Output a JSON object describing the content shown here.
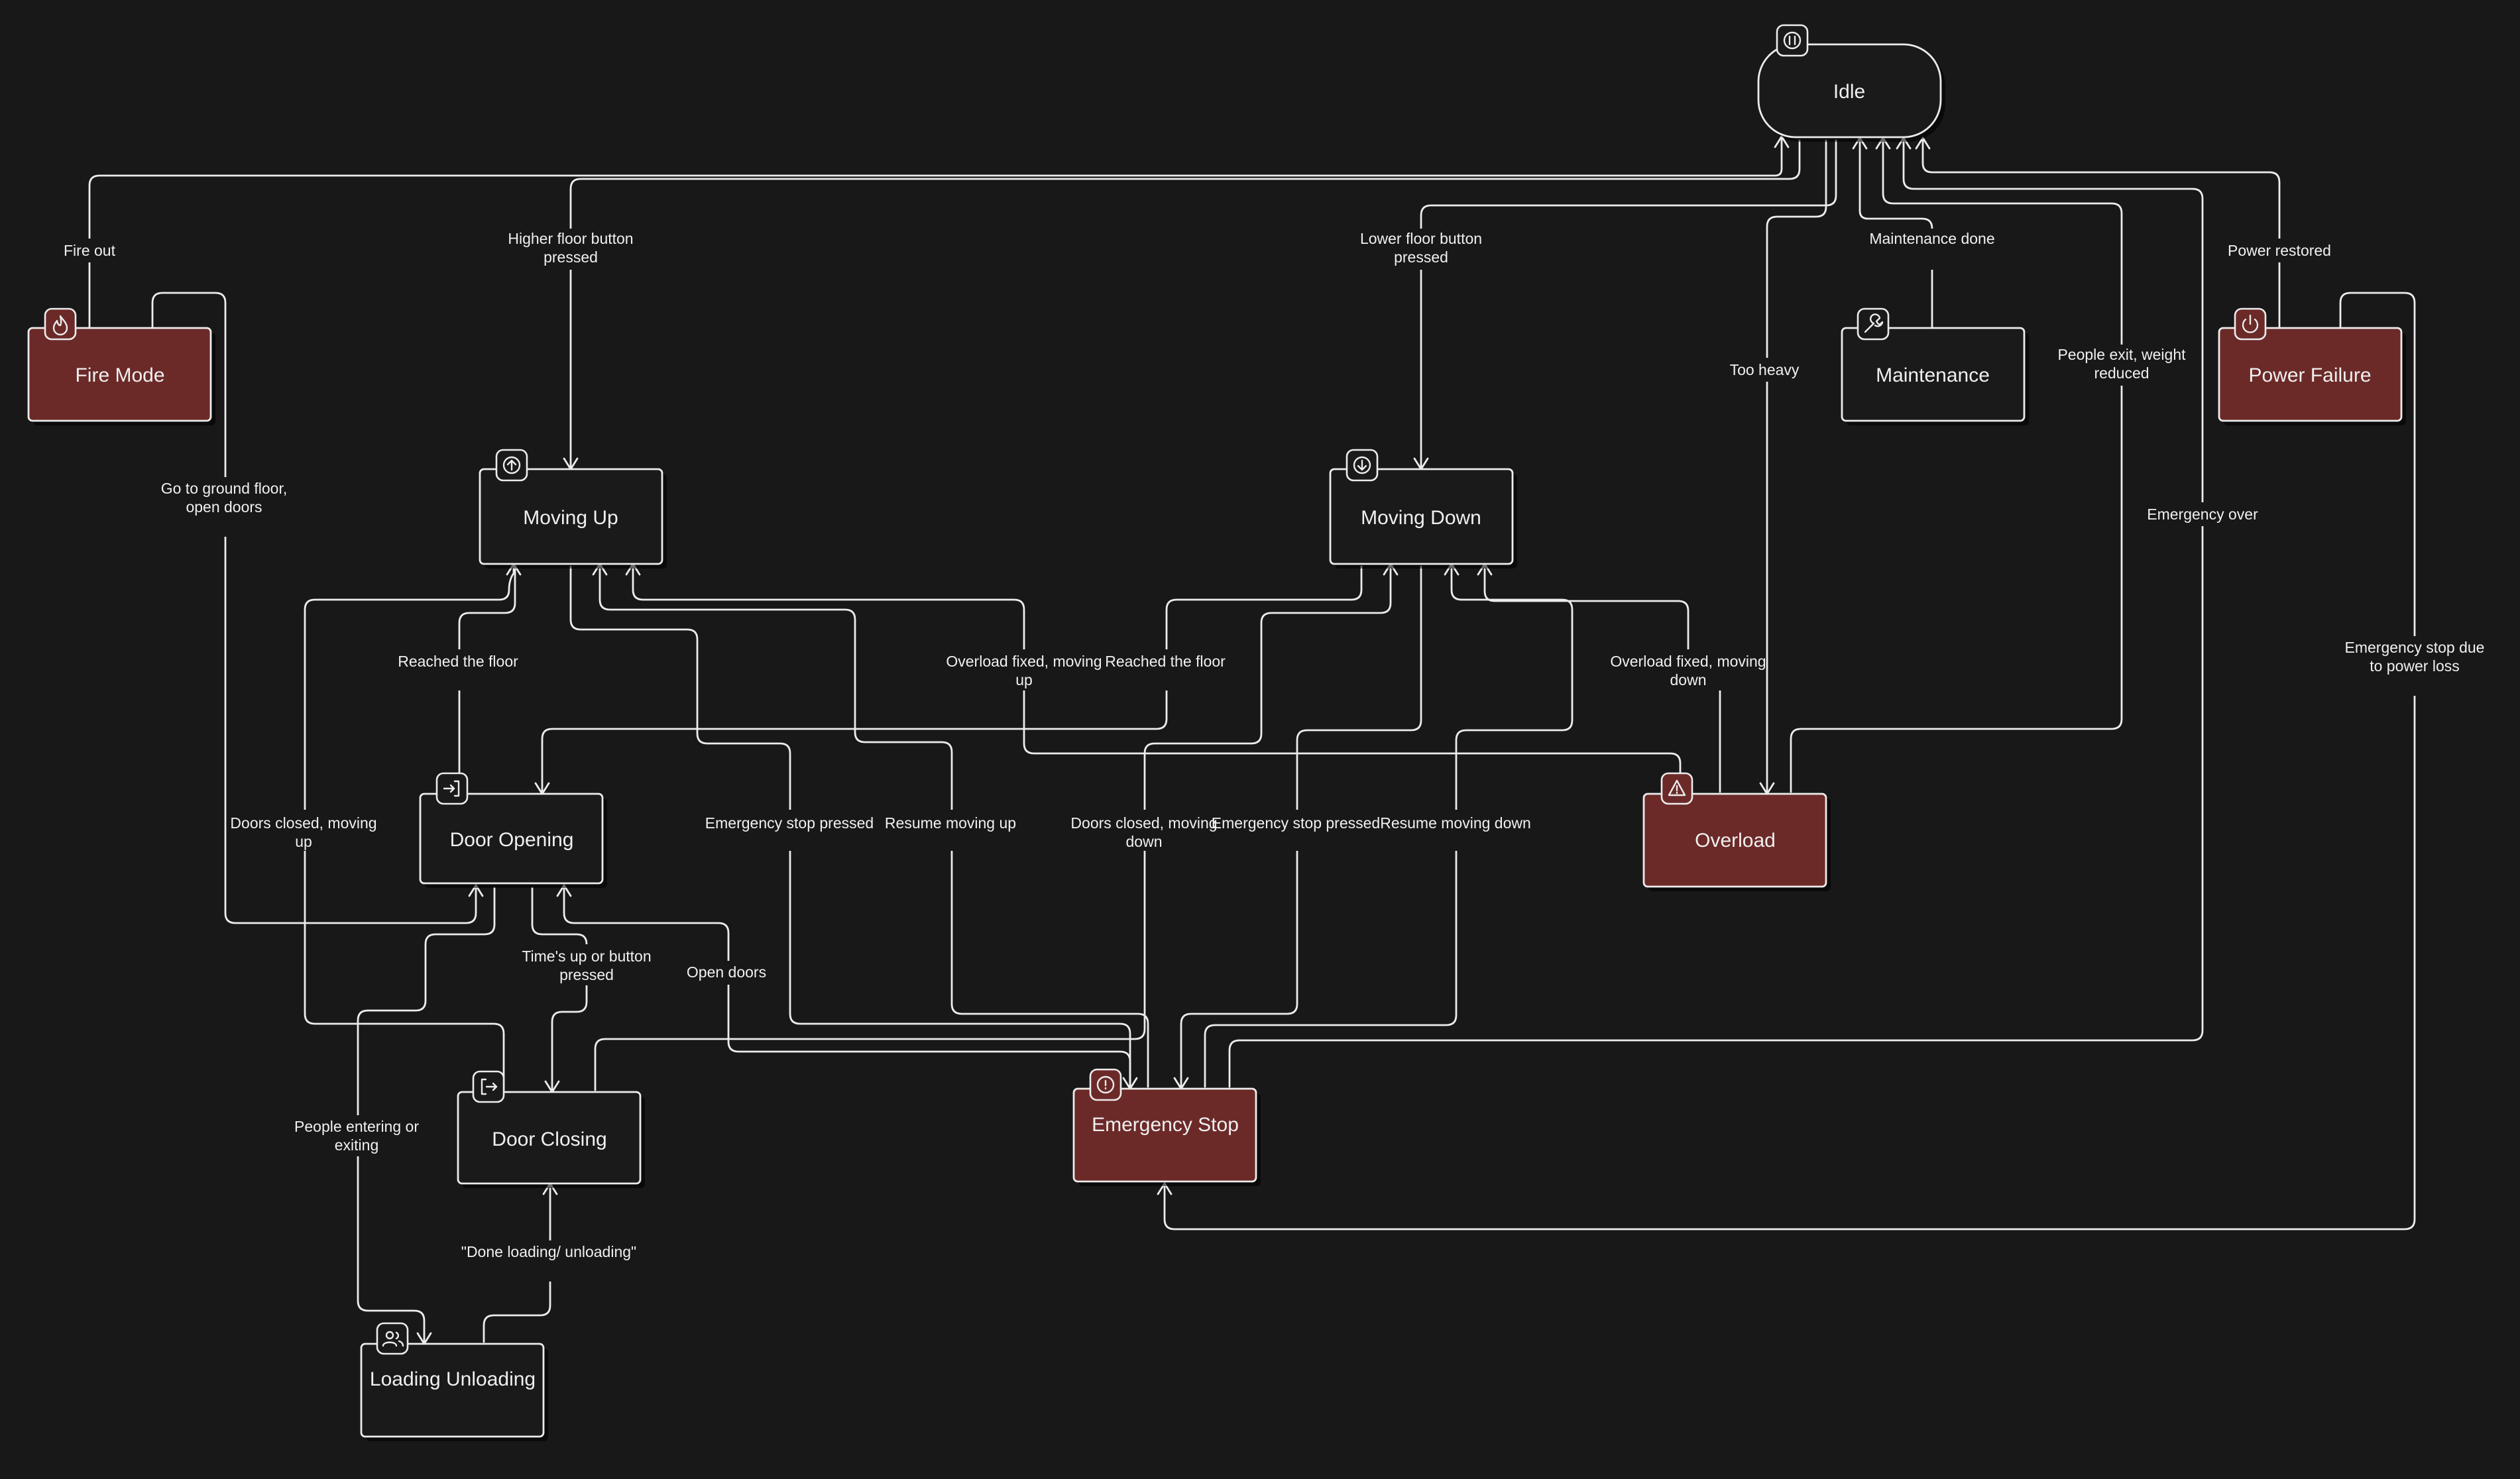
{
  "colors": {
    "background": "#181818",
    "stroke": "#ececec",
    "node_fill": "#1a1a1a",
    "alert_fill": "#6b2a28",
    "text": "#f0f0f0"
  },
  "nodes": {
    "idle": {
      "label": "Idle",
      "icon": "pause-icon"
    },
    "fire_mode": {
      "label": "Fire Mode",
      "icon": "flame-icon"
    },
    "moving_up": {
      "label": "Moving Up",
      "icon": "arrow-up-icon"
    },
    "moving_down": {
      "label": "Moving Down",
      "icon": "arrow-down-icon"
    },
    "maintenance": {
      "label": "Maintenance",
      "icon": "wrench-icon"
    },
    "power_failure": {
      "label": "Power Failure",
      "icon": "power-icon"
    },
    "door_opening": {
      "label": "Door Opening",
      "icon": "enter-icon"
    },
    "overload": {
      "label": "Overload",
      "icon": "warning-icon"
    },
    "door_closing": {
      "label": "Door Closing",
      "icon": "exit-icon"
    },
    "emergency_stop": {
      "label": "Emergency Stop",
      "icon": "alert-circle-icon"
    },
    "loading_unloading": {
      "label": "Loading Unloading",
      "icon": "users-icon"
    }
  },
  "edges": {
    "fire_out": "Fire out",
    "higher_floor": "Higher floor button pressed",
    "lower_floor": "Lower floor button pressed",
    "maintenance_done": "Maintenance done",
    "power_restored": "Power restored",
    "too_heavy": "Too heavy",
    "people_exit": "People exit, weight reduced",
    "go_to_ground": "Go to ground floor, open doors",
    "emergency_over": "Emergency over",
    "reached_floor_up": "Reached the floor",
    "overload_fixed_up": "Overload fixed, moving up",
    "reached_floor_down": "Reached the floor",
    "overload_fixed_down": "Overload fixed, moving down",
    "emergency_power_loss": "Emergency stop due to power loss",
    "doors_closed_up": "Doors closed, moving up",
    "estop_from_up": "Emergency stop pressed",
    "resume_up": "Resume moving up",
    "doors_closed_down": "Doors closed, moving down",
    "estop_from_down": "Emergency stop pressed",
    "resume_down": "Resume moving down",
    "times_up": "Time's up or button pressed",
    "open_doors": "Open doors",
    "people_entering": "People entering or exiting",
    "done_loading": "\"Done loading/ unloading\""
  }
}
